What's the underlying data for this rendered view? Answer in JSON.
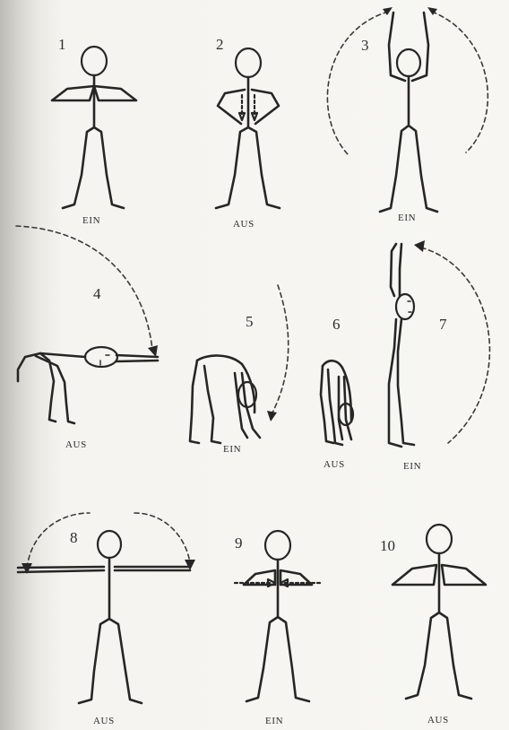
{
  "steps": [
    {
      "number": "1",
      "breath": "EIN"
    },
    {
      "number": "2",
      "breath": "AUS"
    },
    {
      "number": "3",
      "breath": "EIN"
    },
    {
      "number": "4",
      "breath": "AUS"
    },
    {
      "number": "5",
      "breath": "EIN"
    },
    {
      "number": "6",
      "breath": "AUS"
    },
    {
      "number": "7",
      "breath": "EIN"
    },
    {
      "number": "8",
      "breath": "AUS"
    },
    {
      "number": "9",
      "breath": "EIN"
    },
    {
      "number": "10",
      "breath": "AUS"
    }
  ]
}
